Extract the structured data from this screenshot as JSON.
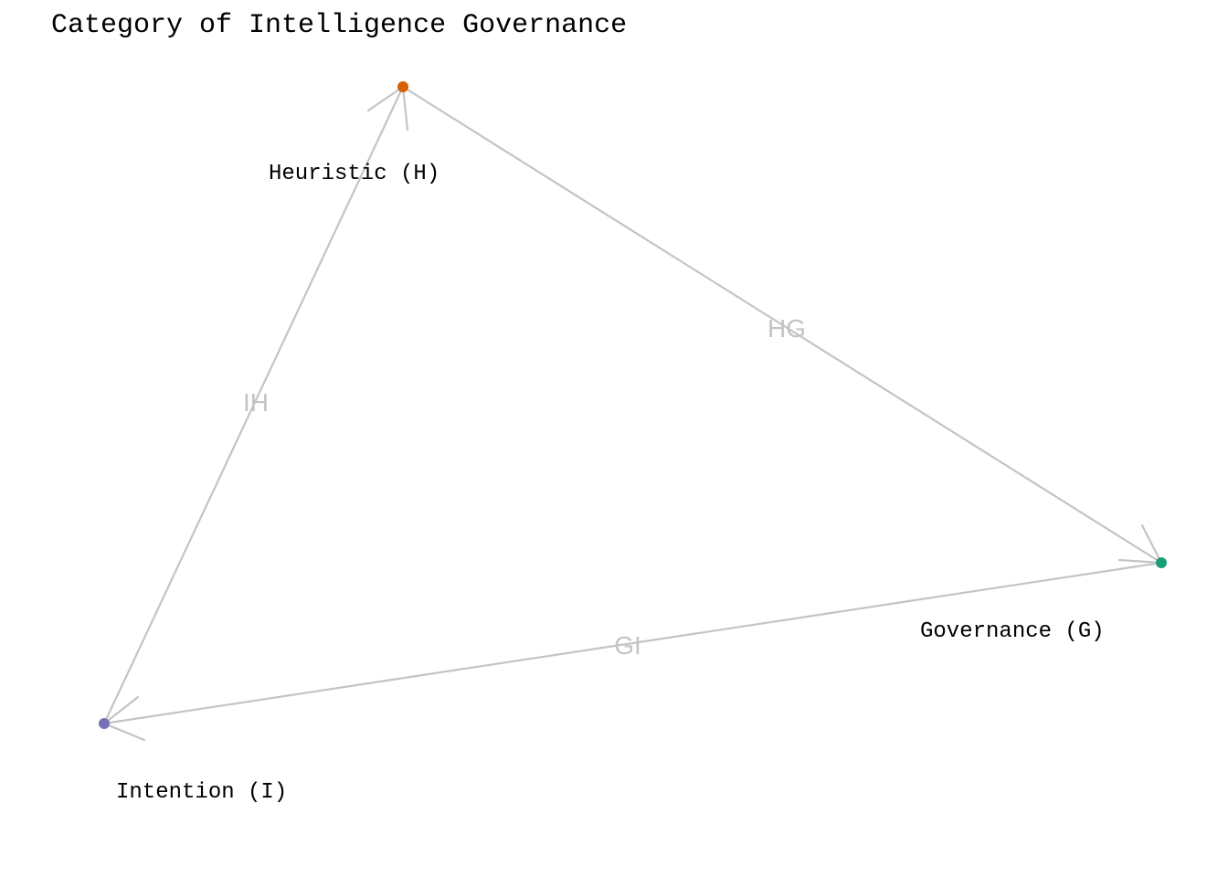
{
  "title": "Category of Intelligence Governance",
  "edge_color": "#c4c4c4",
  "nodes": {
    "heuristic": {
      "label": "Heuristic (H)",
      "color": "#d95f02"
    },
    "governance": {
      "label": "Governance (G)",
      "color": "#1b9e77"
    },
    "intention": {
      "label": "Intention (I)",
      "color": "#7570b3"
    }
  },
  "edges": {
    "ih": {
      "label": "IH",
      "from": "Intention (I)",
      "to": "Heuristic (H)"
    },
    "hg": {
      "label": "HG",
      "from": "Heuristic (H)",
      "to": "Governance (G)"
    },
    "gi": {
      "label": "GI",
      "from": "Governance (G)",
      "to": "Intention (I)"
    }
  }
}
